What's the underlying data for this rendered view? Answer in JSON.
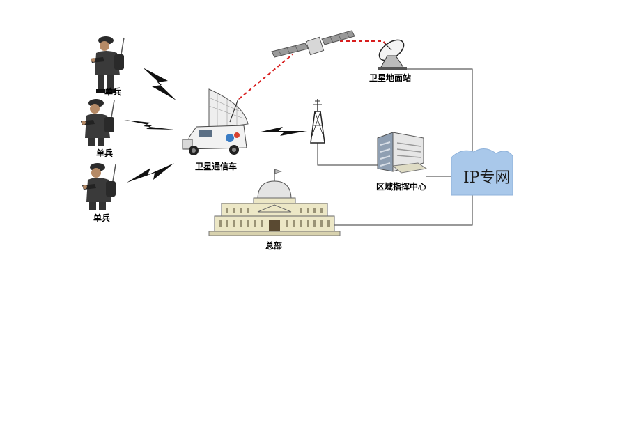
{
  "labels": {
    "soldier_1": "单兵",
    "soldier_2": "单兵",
    "soldier_3": "单兵",
    "vehicle": "卫星通信车",
    "ground_station": "卫星地面站",
    "regional_center": "区域指挥中心",
    "headquarters": "总部",
    "ip_network": "IP专网"
  },
  "colors": {
    "satellite_link": "#d81e1e",
    "wired_link": "#333333",
    "wireless_bolt": "#111111",
    "cloud_fill": "#a9c8ea",
    "building_fill": "#ece7c6"
  }
}
